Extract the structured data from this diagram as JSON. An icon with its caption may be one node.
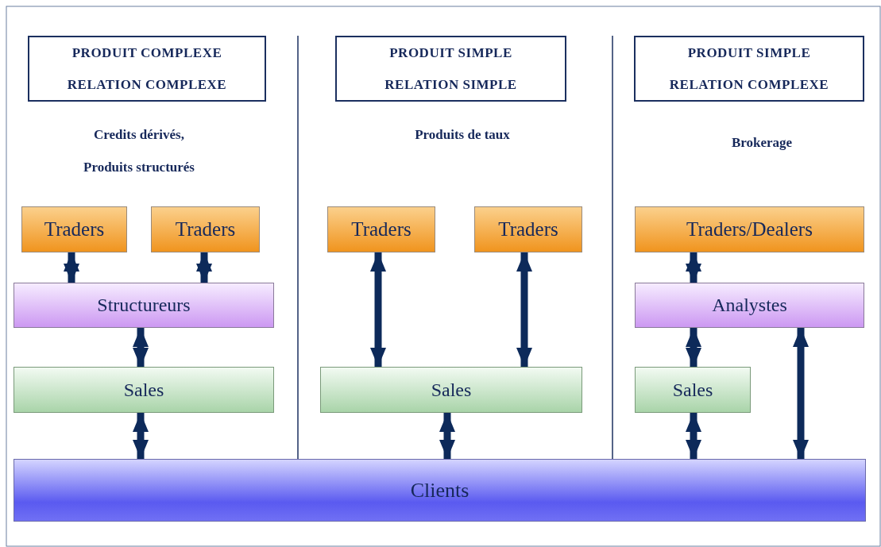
{
  "diagram": {
    "nodes": [
      {
        "text": [
          "PRODUIT COMPLEXE RELATION COMPLEXE"
        ]
      },
      {
        "text": [
          "PRODUIT SIMPLE RELATION SIMPLE"
        ]
      },
      {
        "text": [
          "PRODUIT SIMPLE RELATION COMPLEXE"
        ]
      },
      {
        "text": [
          "Traders"
        ]
      },
      {
        "text": [
          "Traders"
        ]
      },
      {
        "text": [
          "Traders"
        ]
      },
      {
        "text": [
          "Traders"
        ]
      },
      {
        "text": [
          "Traders/Dealers"
        ]
      },
      {
        "text": [
          "Structureurs"
        ]
      },
      {
        "text": [
          "Analystes"
        ]
      },
      {
        "text": [
          "Sales"
        ]
      },
      {
        "text": [
          "Sales"
        ]
      },
      {
        "text": [
          "Sales"
        ]
      },
      {
        "text": [
          "Clients"
        ]
      }
    ],
    "edges": [
      {
        "from": 3,
        "to": 8,
        "arrow": "both"
      },
      {
        "from": 4,
        "to": 8,
        "arrow": "both"
      },
      {
        "from": 8,
        "to": 10,
        "arrow": "both"
      },
      {
        "from": 10,
        "to": 13,
        "arrow": "both"
      },
      {
        "from": 5,
        "to": 11,
        "arrow": "both"
      },
      {
        "from": 6,
        "to": 11,
        "arrow": "both"
      },
      {
        "from": 11,
        "to": 13,
        "arrow": "both"
      },
      {
        "from": 7,
        "to": 9,
        "arrow": "both"
      },
      {
        "from": 9,
        "to": 12,
        "arrow": "both"
      },
      {
        "from": 12,
        "to": 13,
        "arrow": "both"
      },
      {
        "from": 9,
        "to": 13,
        "arrow": "both"
      }
    ],
    "labels": [
      "Credits dérivés,",
      "Produits structurés",
      "Produits de taux",
      "Brokerage"
    ]
  }
}
